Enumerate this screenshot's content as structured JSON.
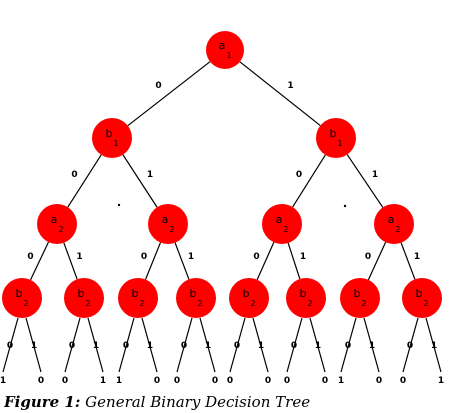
{
  "colors": {
    "node_fill": "#ff0000",
    "line": "#000000"
  },
  "tree": {
    "root": {
      "label": "a",
      "sub": "1",
      "left_edge": "0",
      "right_edge": "1",
      "children": [
        {
          "label": "b",
          "sub": "1",
          "left_edge": "0",
          "right_edge": "1",
          "children": [
            {
              "label": "a",
              "sub": "2",
              "left_edge": "0",
              "right_edge": "1",
              "children": [
                {
                  "label": "b",
                  "sub": "2",
                  "left_edge": "0",
                  "right_edge": "1",
                  "leaves": [
                    "1",
                    "0"
                  ]
                },
                {
                  "label": "b",
                  "sub": "2",
                  "left_edge": "0",
                  "right_edge": "1",
                  "leaves": [
                    "0",
                    "1"
                  ]
                }
              ]
            },
            {
              "label": "a",
              "sub": "2",
              "left_edge": "0",
              "right_edge": "1",
              "children": [
                {
                  "label": "b",
                  "sub": "2",
                  "left_edge": "0",
                  "right_edge": "1",
                  "leaves": [
                    "1",
                    "0"
                  ]
                },
                {
                  "label": "b",
                  "sub": "2",
                  "left_edge": "0",
                  "right_edge": "1",
                  "leaves": [
                    "0",
                    "0"
                  ]
                }
              ]
            }
          ]
        },
        {
          "label": "b",
          "sub": "1",
          "left_edge": "0",
          "right_edge": "1",
          "children": [
            {
              "label": "a",
              "sub": "2",
              "left_edge": "0",
              "right_edge": "1",
              "children": [
                {
                  "label": "b",
                  "sub": "2",
                  "left_edge": "0",
                  "right_edge": "1",
                  "leaves": [
                    "0",
                    "0"
                  ]
                },
                {
                  "label": "b",
                  "sub": "2",
                  "left_edge": "0",
                  "right_edge": "1",
                  "leaves": [
                    "0",
                    "0"
                  ]
                }
              ]
            },
            {
              "label": "a",
              "sub": "2",
              "left_edge": "0",
              "right_edge": "1",
              "children": [
                {
                  "label": "b",
                  "sub": "2",
                  "left_edge": "0",
                  "right_edge": "1",
                  "leaves": [
                    "1",
                    "0"
                  ]
                },
                {
                  "label": "b",
                  "sub": "2",
                  "left_edge": "0",
                  "right_edge": "1",
                  "leaves": [
                    "0",
                    "1"
                  ]
                }
              ]
            }
          ]
        }
      ]
    }
  },
  "caption": {
    "label": "Figure 1:",
    "text": "General Binary Decision Tree"
  }
}
